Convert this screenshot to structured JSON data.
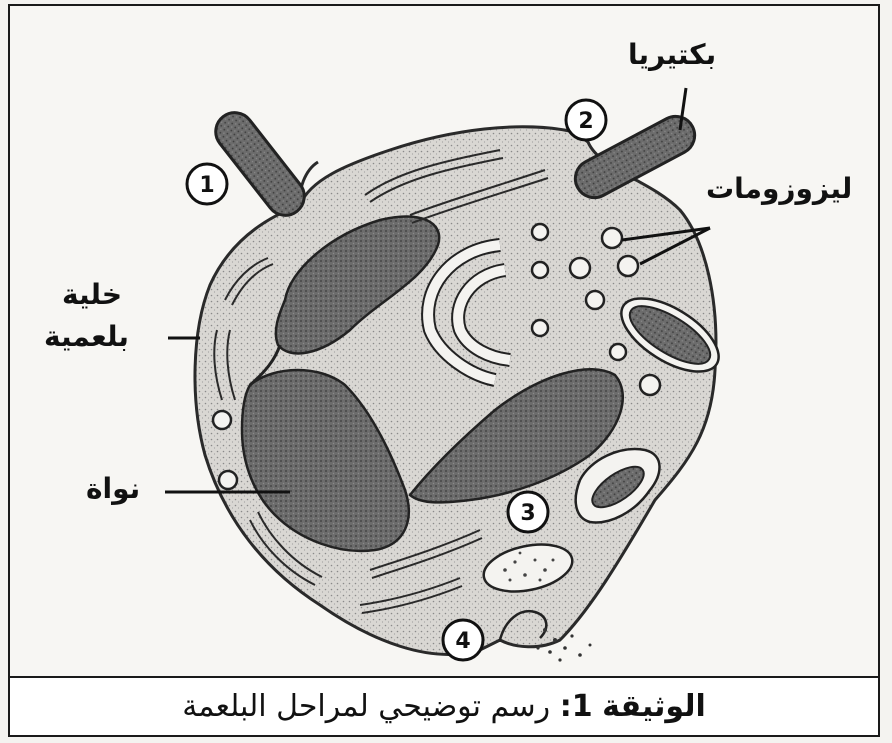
{
  "labels": {
    "bacteria": "بكتيريا",
    "lysosomes": "ليزوزومات",
    "phagocyte_line1": "خلية",
    "phagocyte_line2": "بلعمية",
    "nucleus": "نواة"
  },
  "stages": [
    "1",
    "2",
    "3",
    "4"
  ],
  "caption": {
    "prefix": "الوثيقة",
    "number": "1:",
    "text": "رسم توضيحي لمراحل البلعمة"
  }
}
